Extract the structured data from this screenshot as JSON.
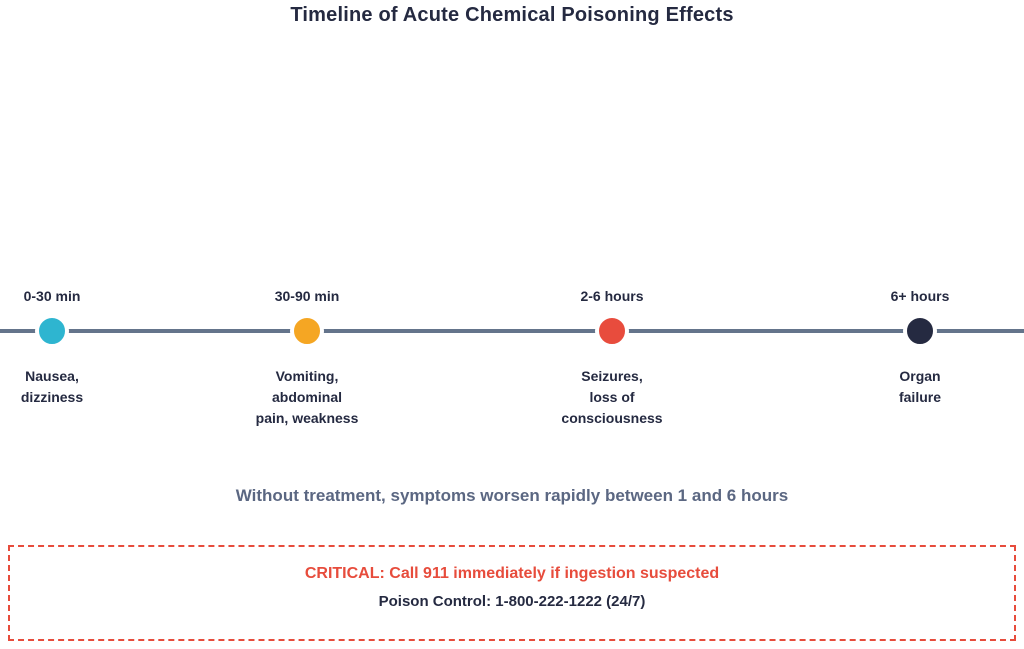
{
  "title": "Timeline of Acute Chemical Poisoning Effects",
  "colors": {
    "text_dark": "#252a41",
    "timeline_line": "#64748b",
    "note_text": "#5b6782",
    "warning_red": "#e74c3c",
    "dot_stage1": "#2eb5d0",
    "dot_stage2": "#f5a623",
    "dot_stage3": "#e84c3d",
    "dot_stage4": "#252a41"
  },
  "timeline": {
    "events": [
      {
        "time": "0-30 min",
        "color": "#2eb5d0",
        "lines": {
          "0": "Nausea,",
          "1": "dizziness"
        }
      },
      {
        "time": "30-90 min",
        "color": "#f5a623",
        "lines": {
          "0": "Vomiting,",
          "1": "abdominal",
          "2": "pain, weakness"
        }
      },
      {
        "time": "2-6 hours",
        "color": "#e84c3d",
        "lines": {
          "0": "Seizures,",
          "1": "loss of",
          "2": "consciousness"
        }
      },
      {
        "time": "6+ hours",
        "color": "#252a41",
        "lines": {
          "0": "Organ",
          "1": "failure"
        }
      }
    ]
  },
  "note": "Without treatment, symptoms worsen rapidly between 1 and 6 hours",
  "warning": {
    "critical_line": "CRITICAL: Call 911 immediately if ingestion suspected",
    "poison_control_line": "Poison Control: 1-800-222-1222 (24/7)"
  }
}
